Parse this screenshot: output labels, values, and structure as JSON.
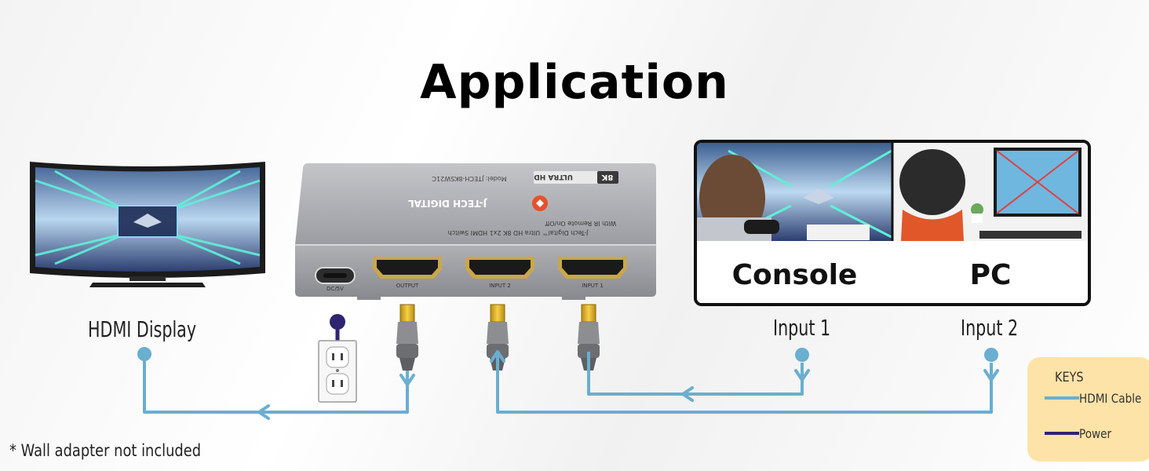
{
  "title": "Application",
  "labels": {
    "display": "HDMI Display",
    "input1": "Input 1",
    "input2": "Input 2",
    "console": "Console",
    "pc": "PC"
  },
  "device": {
    "brand": "J-TECH DIGITAL",
    "badge_8k": "8K",
    "badge_uhd": "ULTRA HD",
    "model": "Model: JTECH-8KSW21C",
    "description": "J-Tech Digital™ Ultra HD 8K 2x1 HDMI Switch",
    "feature": "With IR Remote On/Off",
    "ports": {
      "dc": "DC/5V",
      "output": "OUTPUT",
      "input2": "INPUT 2",
      "input1": "INPUT 1"
    }
  },
  "keys": {
    "title": "KEYS",
    "hdmi": "HDMI Cable",
    "power": "Power"
  },
  "note": "* Wall adapter not included",
  "colors": {
    "hdmi_cable": "#6aaed0",
    "power": "#2e2470",
    "keys_bg": "#fde3a7",
    "device": "#a9aaae"
  }
}
